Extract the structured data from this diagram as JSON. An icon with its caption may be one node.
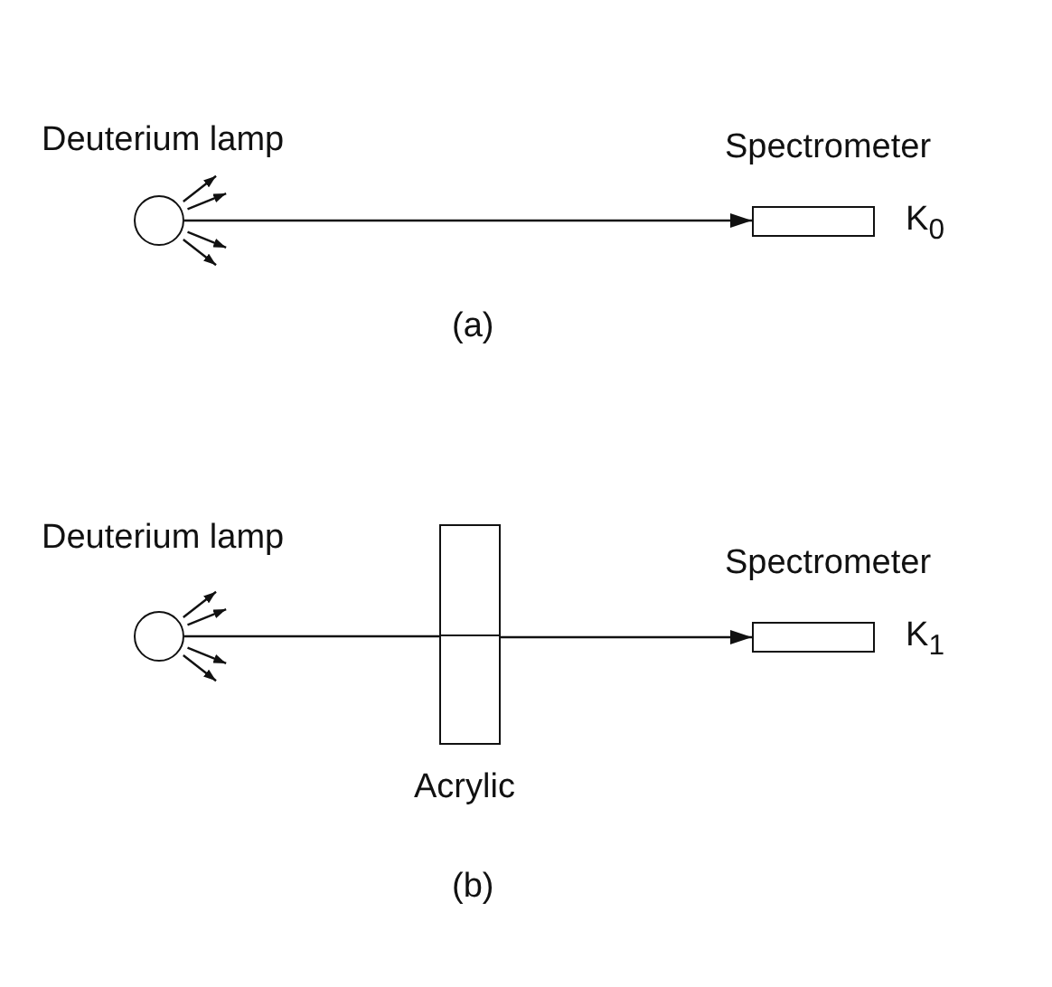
{
  "diagram": {
    "nodes": [
      {
        "text": [
          "Deuterium lamp"
        ]
      },
      {
        "text": [
          "Spectrometer"
        ],
        "beside": [
          "K$_{0}$"
        ]
      },
      {
        "text": [
          "Deuterium lamp"
        ]
      },
      {
        "text": [
          "Acrylic"
        ]
      },
      {
        "text": [
          "Spectrometer"
        ],
        "beside": [
          "K$_{1}$"
        ]
      }
    ],
    "edges": [
      {
        "from": 0,
        "to": 1,
        "arrow": "to"
      },
      {
        "from": 2,
        "to": 3,
        "arrow": "none"
      },
      {
        "from": 3,
        "to": 4,
        "arrow": "to"
      }
    ],
    "labels": [
      "(a)",
      "(b)"
    ]
  }
}
